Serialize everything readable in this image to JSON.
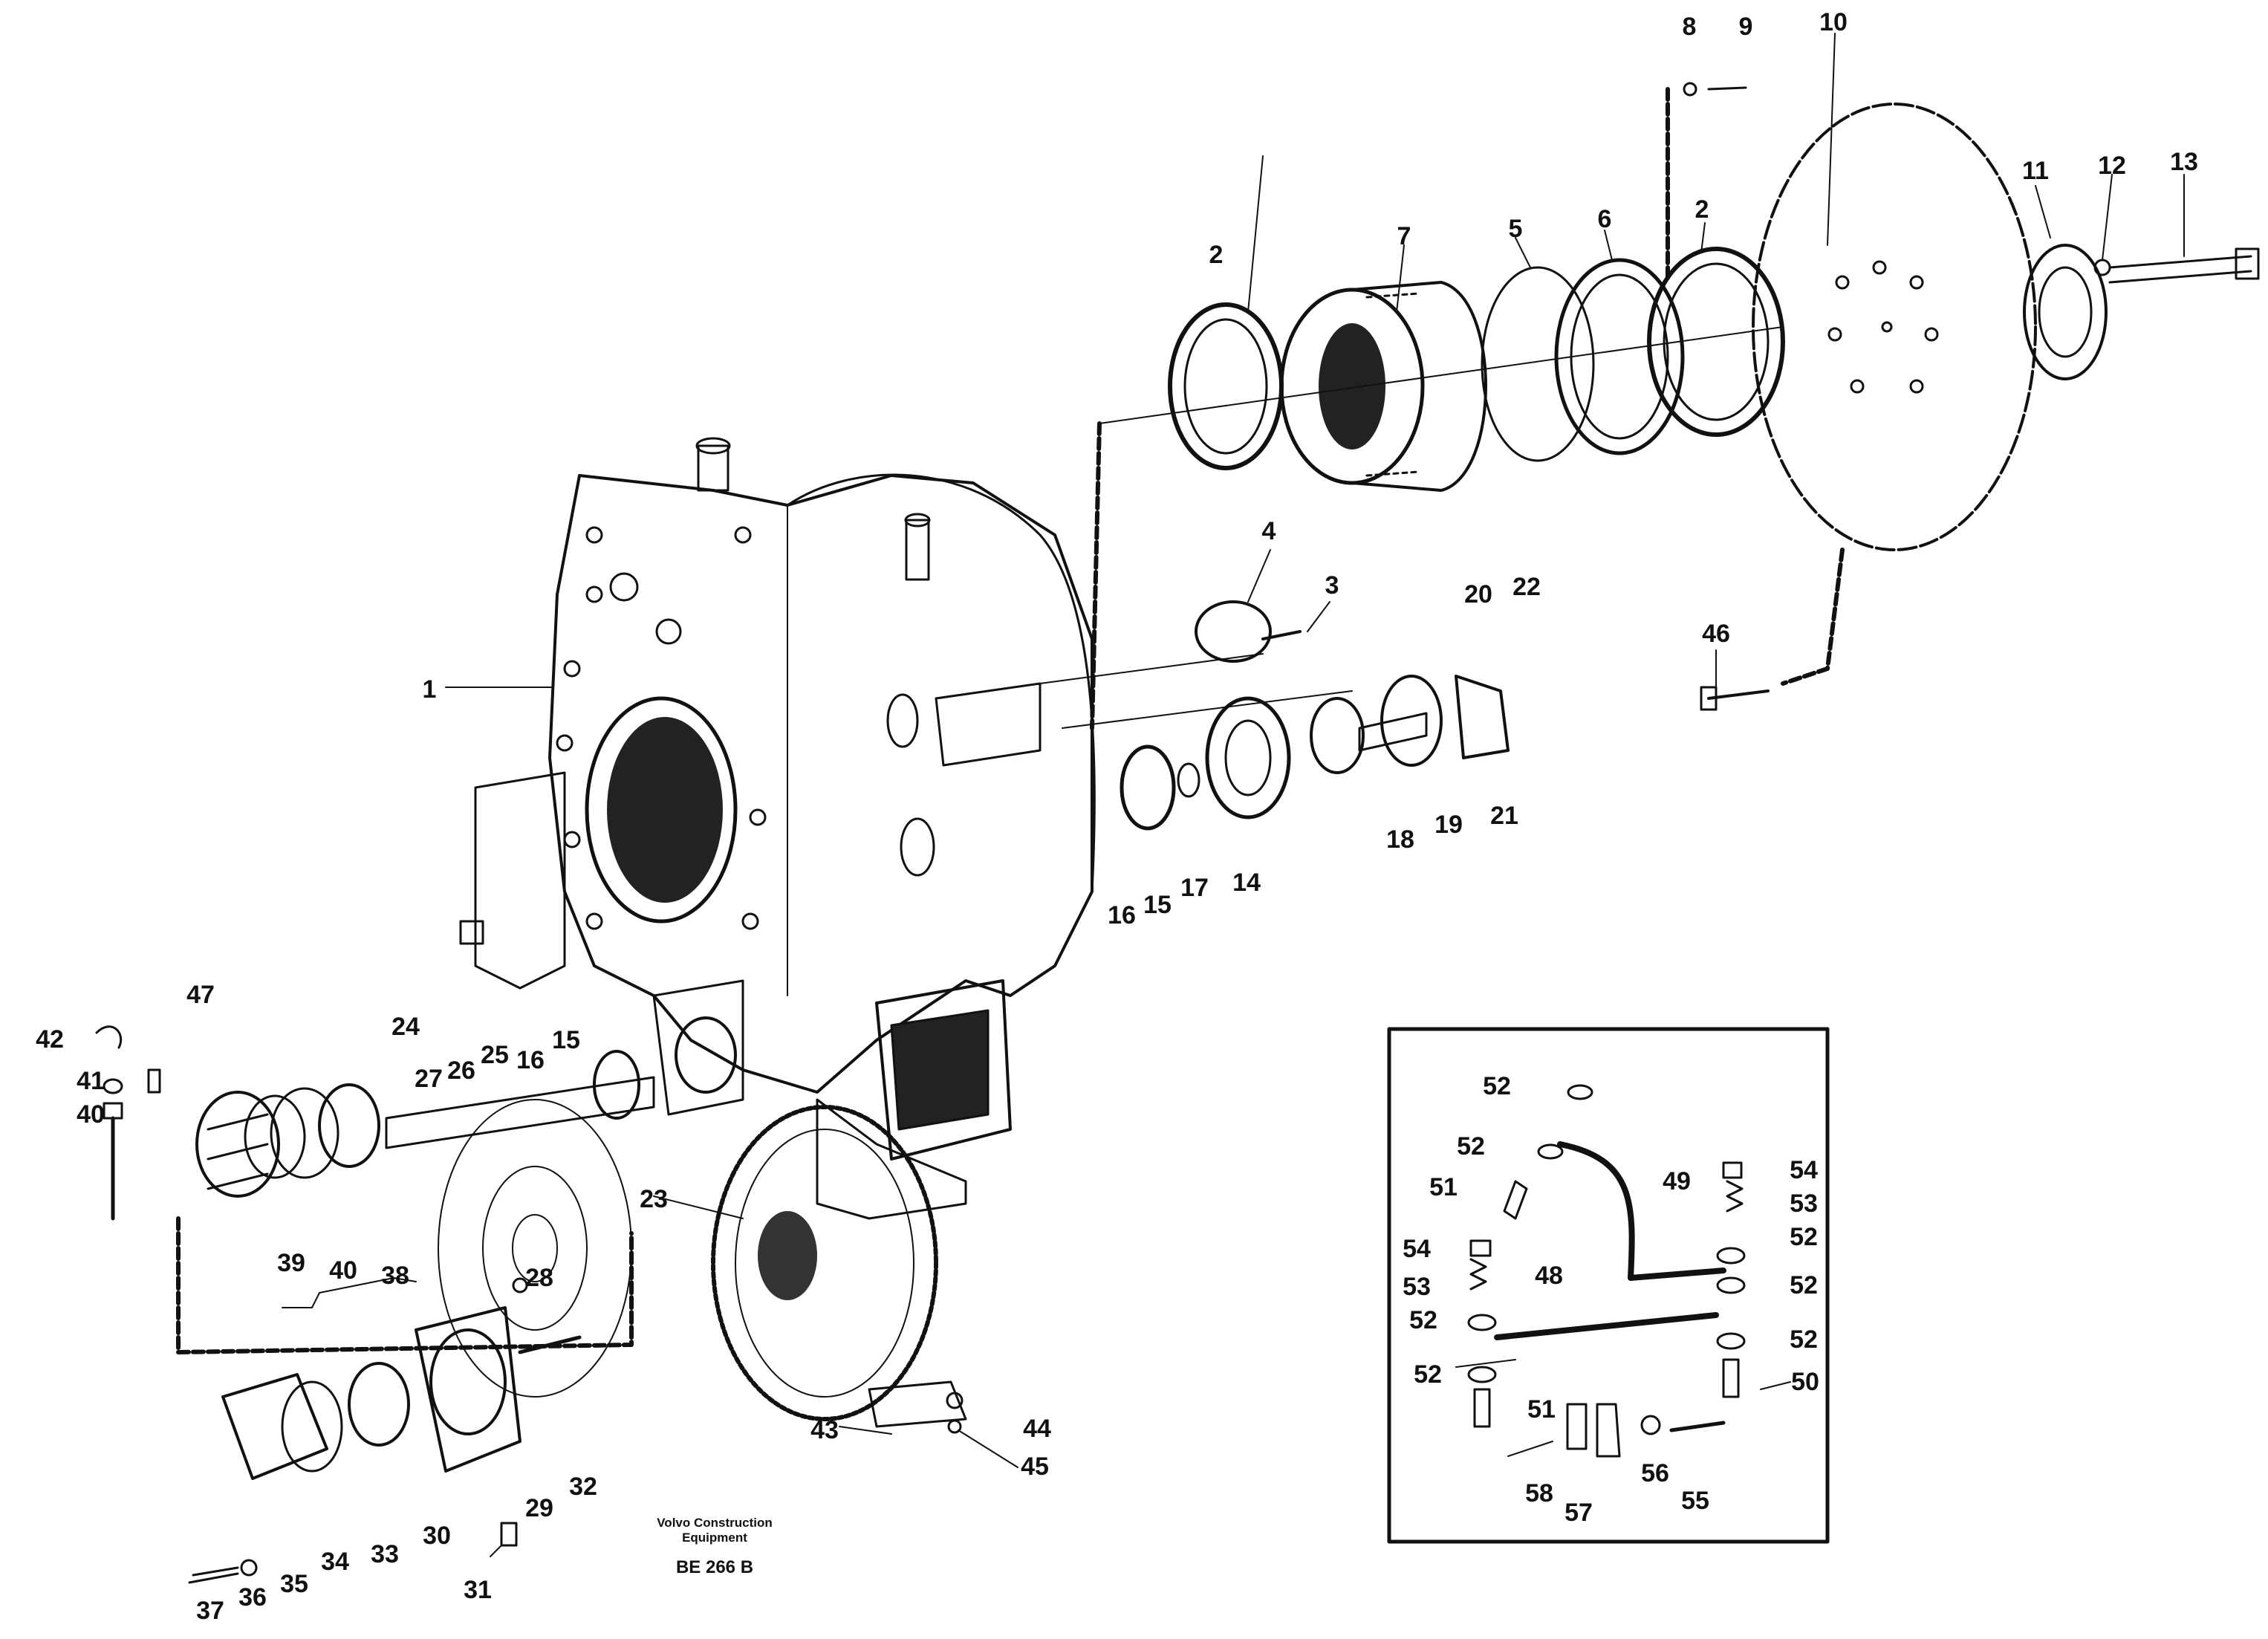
{
  "caption": {
    "brand": "Volvo Construction Equipment",
    "code": "BE 266 B"
  },
  "labels": [
    {
      "id": "p1",
      "text": "1"
    },
    {
      "id": "p2a",
      "text": "2"
    },
    {
      "id": "p2b",
      "text": "2"
    },
    {
      "id": "p3",
      "text": "3"
    },
    {
      "id": "p4",
      "text": "4"
    },
    {
      "id": "p5",
      "text": "5"
    },
    {
      "id": "p6",
      "text": "6"
    },
    {
      "id": "p7",
      "text": "7"
    },
    {
      "id": "p8",
      "text": "8"
    },
    {
      "id": "p9",
      "text": "9"
    },
    {
      "id": "p10",
      "text": "10"
    },
    {
      "id": "p11",
      "text": "11"
    },
    {
      "id": "p12",
      "text": "12"
    },
    {
      "id": "p13",
      "text": "13"
    },
    {
      "id": "p14",
      "text": "14"
    },
    {
      "id": "p15a",
      "text": "15"
    },
    {
      "id": "p15b",
      "text": "15"
    },
    {
      "id": "p16a",
      "text": "16"
    },
    {
      "id": "p16b",
      "text": "16"
    },
    {
      "id": "p17",
      "text": "17"
    },
    {
      "id": "p18",
      "text": "18"
    },
    {
      "id": "p19",
      "text": "19"
    },
    {
      "id": "p20",
      "text": "20"
    },
    {
      "id": "p21",
      "text": "21"
    },
    {
      "id": "p22",
      "text": "22"
    },
    {
      "id": "p23",
      "text": "23"
    },
    {
      "id": "p24",
      "text": "24"
    },
    {
      "id": "p25",
      "text": "25"
    },
    {
      "id": "p26",
      "text": "26"
    },
    {
      "id": "p27",
      "text": "27"
    },
    {
      "id": "p28",
      "text": "28"
    },
    {
      "id": "p29",
      "text": "29"
    },
    {
      "id": "p30",
      "text": "30"
    },
    {
      "id": "p31",
      "text": "31"
    },
    {
      "id": "p32",
      "text": "32"
    },
    {
      "id": "p33",
      "text": "33"
    },
    {
      "id": "p34",
      "text": "34"
    },
    {
      "id": "p35",
      "text": "35"
    },
    {
      "id": "p36",
      "text": "36"
    },
    {
      "id": "p37",
      "text": "37"
    },
    {
      "id": "p38",
      "text": "38"
    },
    {
      "id": "p39",
      "text": "39"
    },
    {
      "id": "p40a",
      "text": "40"
    },
    {
      "id": "p40b",
      "text": "40"
    },
    {
      "id": "p41",
      "text": "41"
    },
    {
      "id": "p42",
      "text": "42"
    },
    {
      "id": "p43",
      "text": "43"
    },
    {
      "id": "p44",
      "text": "44"
    },
    {
      "id": "p45",
      "text": "45"
    },
    {
      "id": "p46",
      "text": "46"
    },
    {
      "id": "p47",
      "text": "47"
    },
    {
      "id": "p48",
      "text": "48"
    },
    {
      "id": "p49",
      "text": "49"
    },
    {
      "id": "p50",
      "text": "50"
    },
    {
      "id": "p51a",
      "text": "51"
    },
    {
      "id": "p51b",
      "text": "51"
    },
    {
      "id": "p52a",
      "text": "52"
    },
    {
      "id": "p52b",
      "text": "52"
    },
    {
      "id": "p52c",
      "text": "52"
    },
    {
      "id": "p52d",
      "text": "52"
    },
    {
      "id": "p52e",
      "text": "52"
    },
    {
      "id": "p52f",
      "text": "52"
    },
    {
      "id": "p52g",
      "text": "52"
    },
    {
      "id": "p53a",
      "text": "53"
    },
    {
      "id": "p53b",
      "text": "53"
    },
    {
      "id": "p54a",
      "text": "54"
    },
    {
      "id": "p54b",
      "text": "54"
    },
    {
      "id": "p55",
      "text": "55"
    },
    {
      "id": "p56",
      "text": "56"
    },
    {
      "id": "p57",
      "text": "57"
    },
    {
      "id": "p58",
      "text": "58"
    }
  ]
}
